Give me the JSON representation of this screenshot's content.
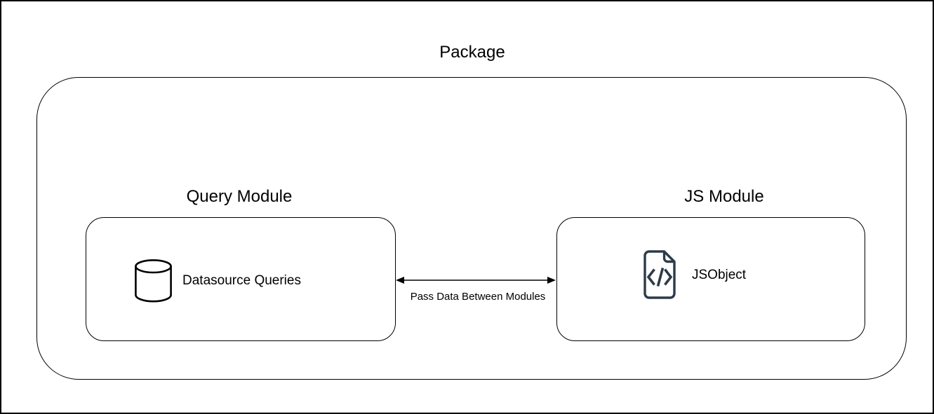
{
  "package": {
    "title": "Package"
  },
  "modules": {
    "query": {
      "label": "Query Module",
      "item": "Datasource Queries",
      "icon": "database-cylinder-icon"
    },
    "js": {
      "label": "JS Module",
      "item": "JSObject",
      "icon": "code-file-icon"
    }
  },
  "connection": {
    "label": "Pass Data Between Modules",
    "type": "bidirectional-arrow"
  },
  "colors": {
    "stroke": "#000000",
    "background": "#ffffff",
    "code_file_icon": "#2d3b49",
    "arrow": "#000000"
  }
}
